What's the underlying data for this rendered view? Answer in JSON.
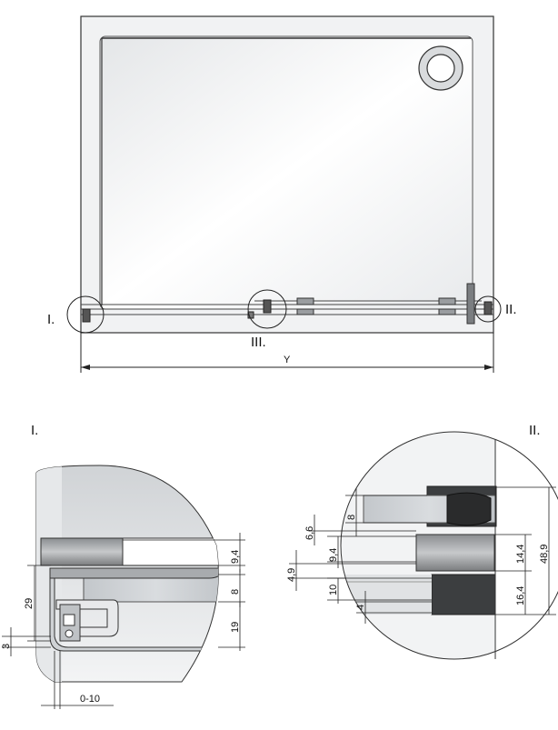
{
  "top_view": {
    "marker_i": "I.",
    "marker_ii": "II.",
    "marker_iii": "III.",
    "width_dimension": "Y"
  },
  "detail_i": {
    "title": "I.",
    "dims": {
      "d1": "9,4",
      "d2": "29",
      "d3": "8",
      "d4": "19",
      "d5": "3",
      "d6": "0-10"
    }
  },
  "detail_ii": {
    "title": "II.",
    "dims": {
      "d1": "8",
      "d2": "6,6",
      "d3": "9,4",
      "d4": "4,9",
      "d5": "10",
      "d6": "4",
      "d7": "14,4",
      "d8": "16,4",
      "d9": "48,9"
    }
  },
  "colors": {
    "line": "#222222",
    "tray_fill": "#f4f4f4",
    "glass": "#c9ccd0",
    "metal_dark": "#555555"
  }
}
